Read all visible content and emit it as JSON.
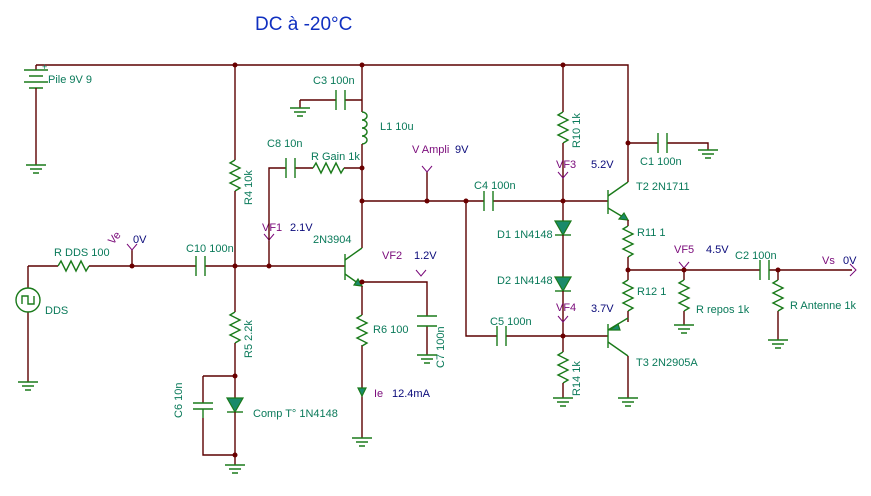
{
  "title": "DC à -20°C",
  "components": {
    "battery": "Pile 9V 9",
    "c3": "C3 100n",
    "l1": "L1 10u",
    "c8": "C8 10n",
    "rgain": "R Gain 1k",
    "r4": "R4 10k",
    "rdds": "R DDS 100",
    "c10": "C10 100n",
    "q1": "2N3904",
    "r5": "R5 2.2k",
    "c6": "C6 10n",
    "comp": "Comp T° 1N4148",
    "r6": "R6 100",
    "c7": "C7 100n",
    "c4": "C4 100n",
    "d1": "D1 1N4148",
    "d2": "D2 1N4148",
    "c5": "C5 100n",
    "r10": "R10 1k",
    "r14": "R14 1k",
    "c1": "C1 100n",
    "t2": "T2 2N1711",
    "r11": "R11 1",
    "r12": "R12 1",
    "t3": "T3 2N2905A",
    "c2": "C2 100n",
    "rrepos": "R repos 1k",
    "rantenne": "R Antenne 1k",
    "dds": "DDS"
  },
  "probes": {
    "ve": {
      "name": "Ve",
      "value": "0V"
    },
    "vf1": {
      "name": "VF1",
      "value": "2.1V"
    },
    "vf2": {
      "name": "VF2",
      "value": "1.2V"
    },
    "vampli": {
      "name": "V Ampli",
      "value": "9V"
    },
    "vf3": {
      "name": "VF3",
      "value": "5.2V"
    },
    "vf4": {
      "name": "VF4",
      "value": "3.7V"
    },
    "vf5": {
      "name": "VF5",
      "value": "4.5V"
    },
    "vs": {
      "name": "Vs",
      "value": "0V"
    },
    "ie": {
      "name": "Ie",
      "value": "12.4mA"
    }
  }
}
